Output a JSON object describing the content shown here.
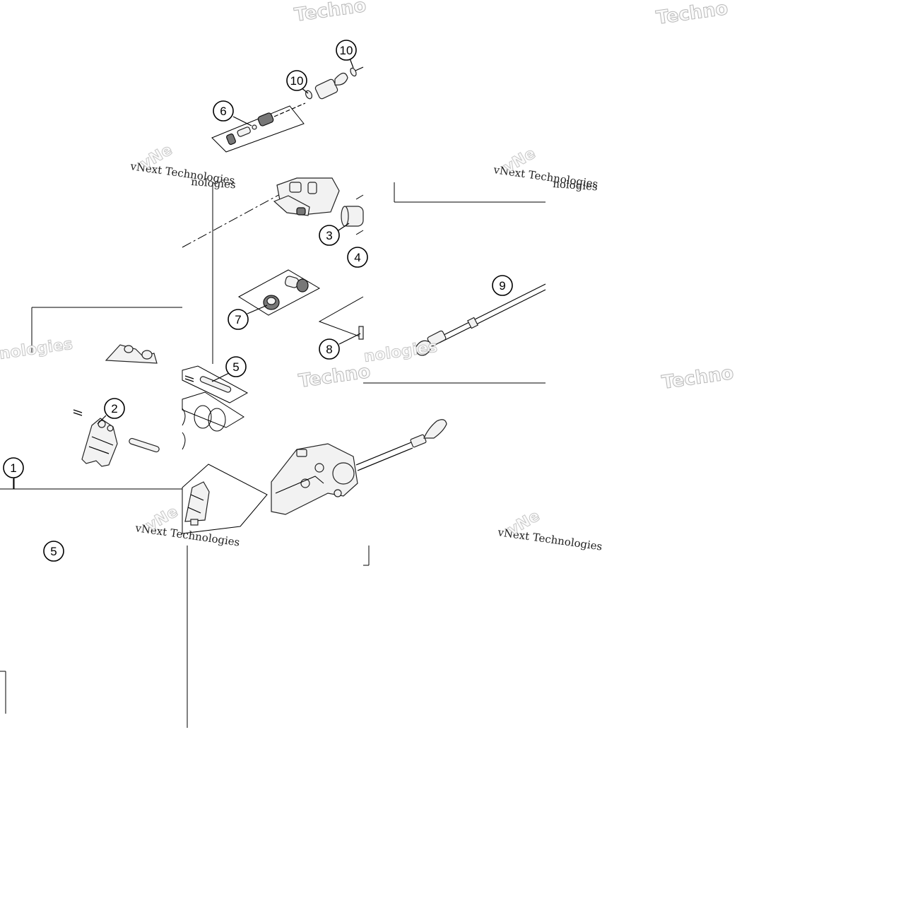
{
  "callouts": [
    {
      "id": "c1",
      "label": "1"
    },
    {
      "id": "c2",
      "label": "2"
    },
    {
      "id": "c3",
      "label": "3"
    },
    {
      "id": "c4",
      "label": "4"
    },
    {
      "id": "c5a",
      "label": "5"
    },
    {
      "id": "c5b",
      "label": "5"
    },
    {
      "id": "c6",
      "label": "6"
    },
    {
      "id": "c7",
      "label": "7"
    },
    {
      "id": "c8",
      "label": "8"
    },
    {
      "id": "c9",
      "label": "9"
    },
    {
      "id": "c10a",
      "label": "10"
    },
    {
      "id": "c10b",
      "label": "10"
    }
  ],
  "watermark": {
    "brand": "vNext Technologies",
    "short": "Techno",
    "fragment": "vNe",
    "tail": "nologies"
  }
}
